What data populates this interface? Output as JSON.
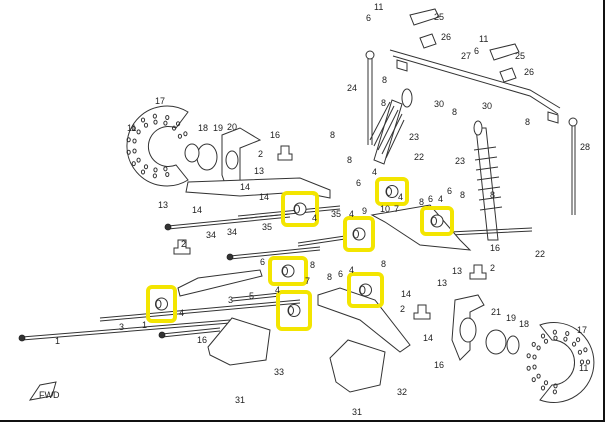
{
  "diagram": {
    "title": "Front suspension exploded view",
    "highlight_color": "#f3e500",
    "fwd_label": "FWD",
    "callouts": [
      "11",
      "6",
      "25",
      "26",
      "27",
      "11",
      "6",
      "25",
      "26",
      "24",
      "8",
      "8",
      "30",
      "8",
      "30",
      "8",
      "28",
      "8",
      "23",
      "8",
      "22",
      "23",
      "6",
      "8",
      "10",
      "7",
      "6",
      "4",
      "8",
      "9",
      "17",
      "11",
      "18",
      "19",
      "20",
      "16",
      "2",
      "13",
      "14",
      "13",
      "14",
      "34",
      "35",
      "14",
      "4",
      "34",
      "2",
      "35",
      "4",
      "8",
      "8",
      "6",
      "8",
      "6",
      "4",
      "4",
      "7",
      "5",
      "3",
      "4",
      "3",
      "1",
      "1",
      "16",
      "33",
      "31",
      "16",
      "22",
      "2",
      "13",
      "13",
      "14",
      "2",
      "21",
      "19",
      "18",
      "17",
      "14",
      "16",
      "11",
      "32",
      "31",
      "8",
      "6",
      "4",
      "4"
    ]
  }
}
